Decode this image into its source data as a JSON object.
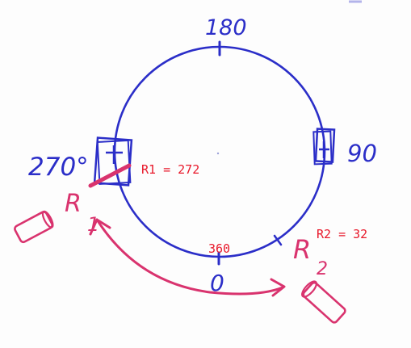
{
  "diagram": {
    "colors": {
      "pen_blue": "#2b2ec8",
      "pen_magenta": "#d9336e",
      "typed_red": "#e8182a",
      "background": "#fdfdfd"
    },
    "circle_labels": {
      "top": "180",
      "right": "90",
      "left": "270°",
      "bottom_typed": "360",
      "bottom_hand": "0"
    },
    "readings": {
      "r1_text": "R1 = 272",
      "r2_text": "R2 = 32",
      "r1": {
        "angle_deg": 272
      },
      "r2": {
        "angle_deg": 32
      }
    },
    "receivers": {
      "r1_letter": "R",
      "r1_subscript": "1",
      "r2_letter": "R",
      "r2_subscript": "2"
    },
    "icons": {
      "left_device": "receiver-device-icon",
      "right_device": "receiver-device-icon",
      "arc_arrow": "double-arrow-arc-icon"
    }
  }
}
